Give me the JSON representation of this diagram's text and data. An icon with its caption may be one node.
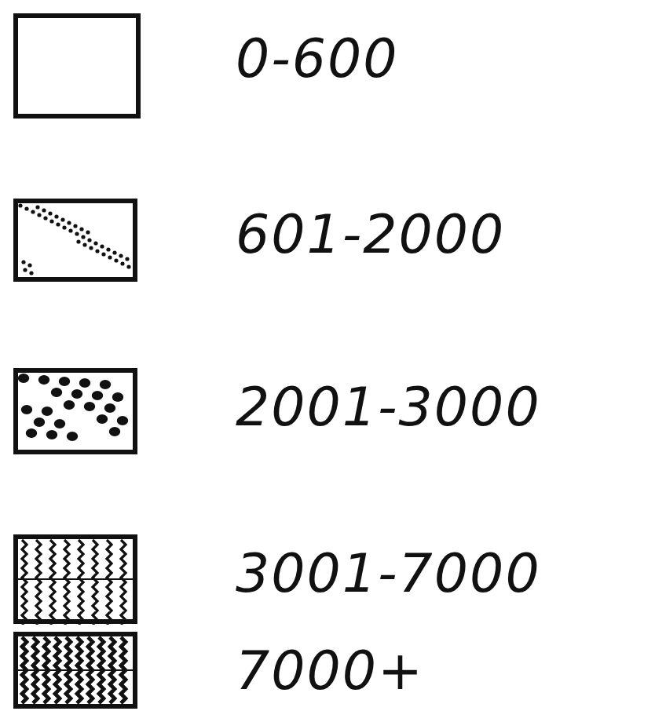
{
  "diagram": {
    "legend": [
      {
        "text": "0-600"
      },
      {
        "text": "601-2000"
      },
      {
        "text": "2001-3000"
      },
      {
        "text": "3001-7000"
      },
      {
        "text": "7000+"
      }
    ]
  }
}
